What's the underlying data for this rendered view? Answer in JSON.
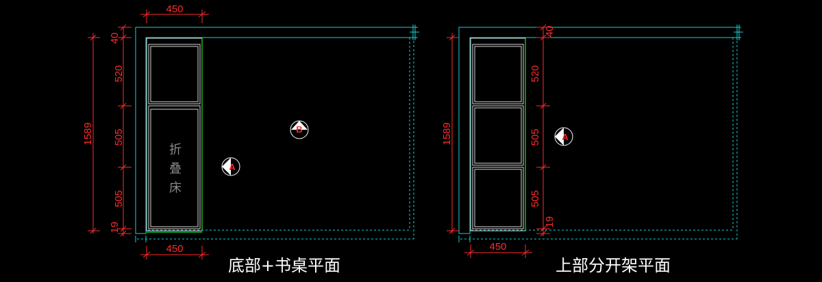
{
  "colors": {
    "background": "#000000",
    "wall": "#19d3d3",
    "cabinet": "#d9d9d9",
    "accent": "#18b818",
    "dimension": "#ff2b2b",
    "text": "#ffffff"
  },
  "left_plan": {
    "title": "底部+书桌平面",
    "dims": {
      "top_width": "450",
      "bottom_width": "450",
      "total_height": "1589",
      "h40": "40",
      "h520": "520",
      "h505a": "505",
      "h505b": "505",
      "h19": "19"
    },
    "bed_label": [
      "折",
      "叠",
      "床"
    ],
    "markers": [
      "B",
      "A"
    ]
  },
  "right_plan": {
    "title": "上部分开架平面",
    "dims": {
      "bottom_width": "450",
      "total_height": "1589",
      "h40": "40",
      "h520": "520",
      "h505a": "505",
      "h505b": "505",
      "h19": "19"
    },
    "markers": [
      "A"
    ]
  }
}
